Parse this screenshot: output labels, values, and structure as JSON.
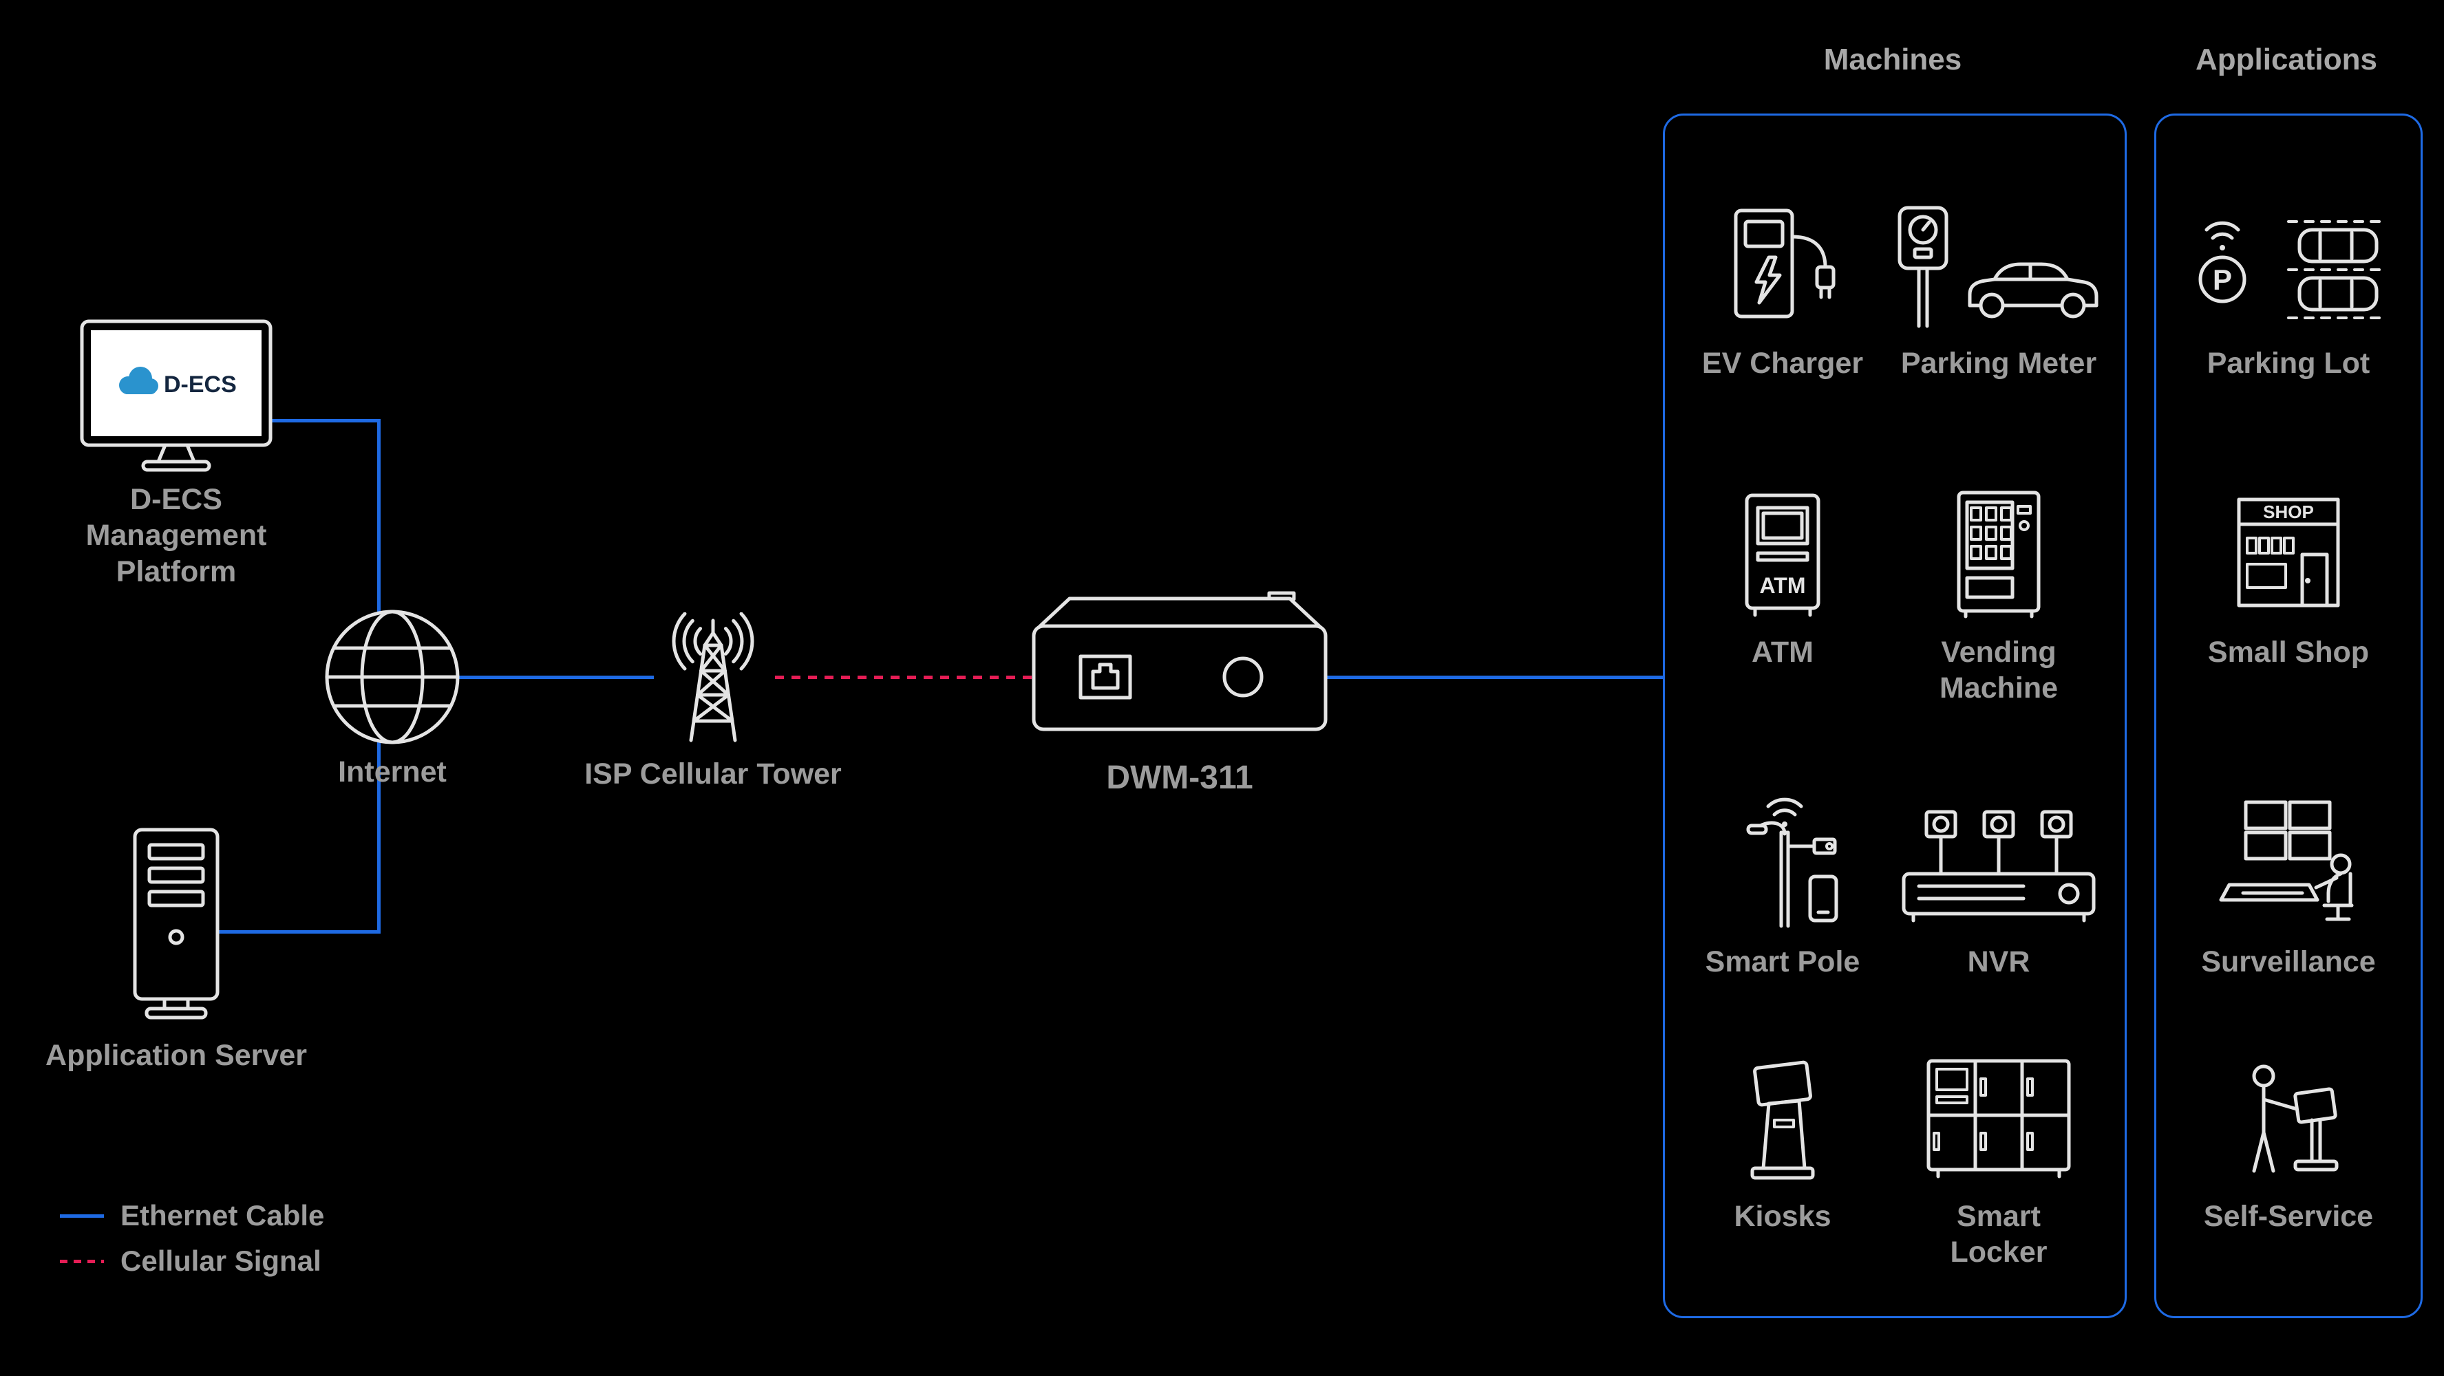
{
  "colors": {
    "bg": "#000000",
    "blue": "#1e6ae4",
    "red": "#e51d55",
    "icon": "#e4e4e4",
    "label": "#9c9c9c",
    "title": "#a8a8a8",
    "logo-blue": "#2a93ce",
    "logo-dark": "#14263f"
  },
  "nodes": {
    "management": {
      "label": "D-ECS Management\nPlatform",
      "logo_text": "D-ECS"
    },
    "app_server": {
      "label": "Application Server"
    },
    "internet": {
      "label": "Internet"
    },
    "isp_tower": {
      "label": "ISP Cellular Tower"
    },
    "dwm": {
      "label": "DWM-311"
    }
  },
  "machines": {
    "title": "Machines",
    "items": [
      {
        "label": "EV Charger"
      },
      {
        "label": "Parking Meter"
      },
      {
        "label": "ATM",
        "icon_text": "ATM"
      },
      {
        "label": "Vending\nMachine"
      },
      {
        "label": "Smart Pole"
      },
      {
        "label": "NVR"
      },
      {
        "label": "Kiosks"
      },
      {
        "label": "Smart\nLocker"
      }
    ]
  },
  "applications": {
    "title": "Applications",
    "items": [
      {
        "label": "Parking Lot",
        "icon_text": "P"
      },
      {
        "label": "Small Shop",
        "icon_text": "SHOP"
      },
      {
        "label": "Surveillance"
      },
      {
        "label": "Self-Service"
      }
    ]
  },
  "legend": {
    "items": [
      {
        "label": "Ethernet Cable",
        "style": "solid"
      },
      {
        "label": "Cellular Signal",
        "style": "dashed"
      }
    ]
  }
}
